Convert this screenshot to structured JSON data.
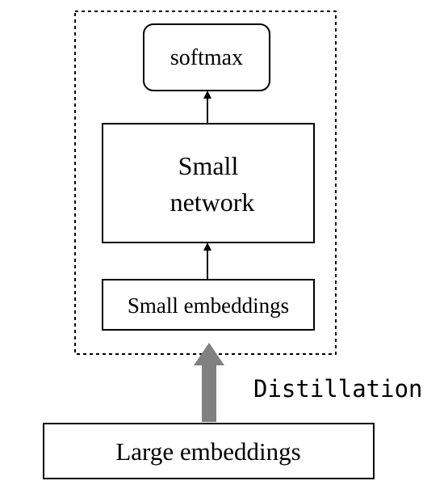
{
  "nodes": {
    "softmax": "softmax",
    "small_network": [
      "Small",
      "network"
    ],
    "small_embeddings": "Small embeddings",
    "large_embeddings": "Large embeddings"
  },
  "edge_label": "Distillation",
  "colors": {
    "stroke": "#000000",
    "distillation_arrow": "#808080"
  }
}
